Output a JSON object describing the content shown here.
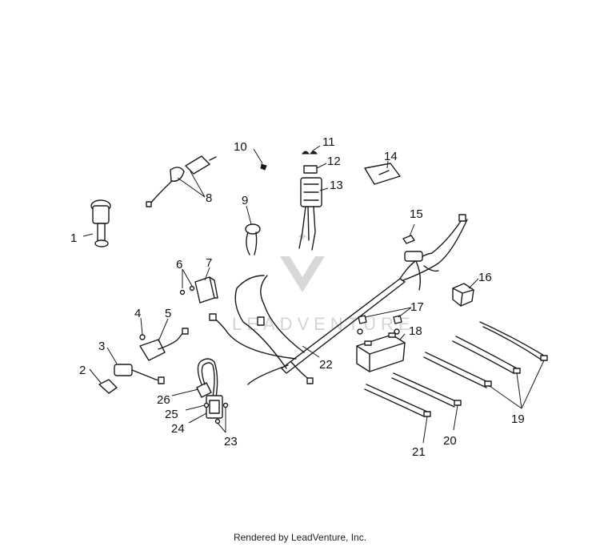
{
  "watermark": {
    "text": "LEADVENTURE"
  },
  "footer": {
    "text": "Rendered by LeadVenture, Inc."
  },
  "callouts": {
    "c1": "1",
    "c2": "2",
    "c3": "3",
    "c4": "4",
    "c5": "5",
    "c6": "6",
    "c7": "7",
    "c8": "8",
    "c9": "9",
    "c10": "10",
    "c11": "11",
    "c12": "12",
    "c13": "13",
    "c14": "14",
    "c15": "15",
    "c16": "16",
    "c17": "17",
    "c18": "18",
    "c19": "19",
    "c20": "20",
    "c21": "21",
    "c22": "22",
    "c23": "23",
    "c24": "24",
    "c25": "25",
    "c26": "26"
  }
}
